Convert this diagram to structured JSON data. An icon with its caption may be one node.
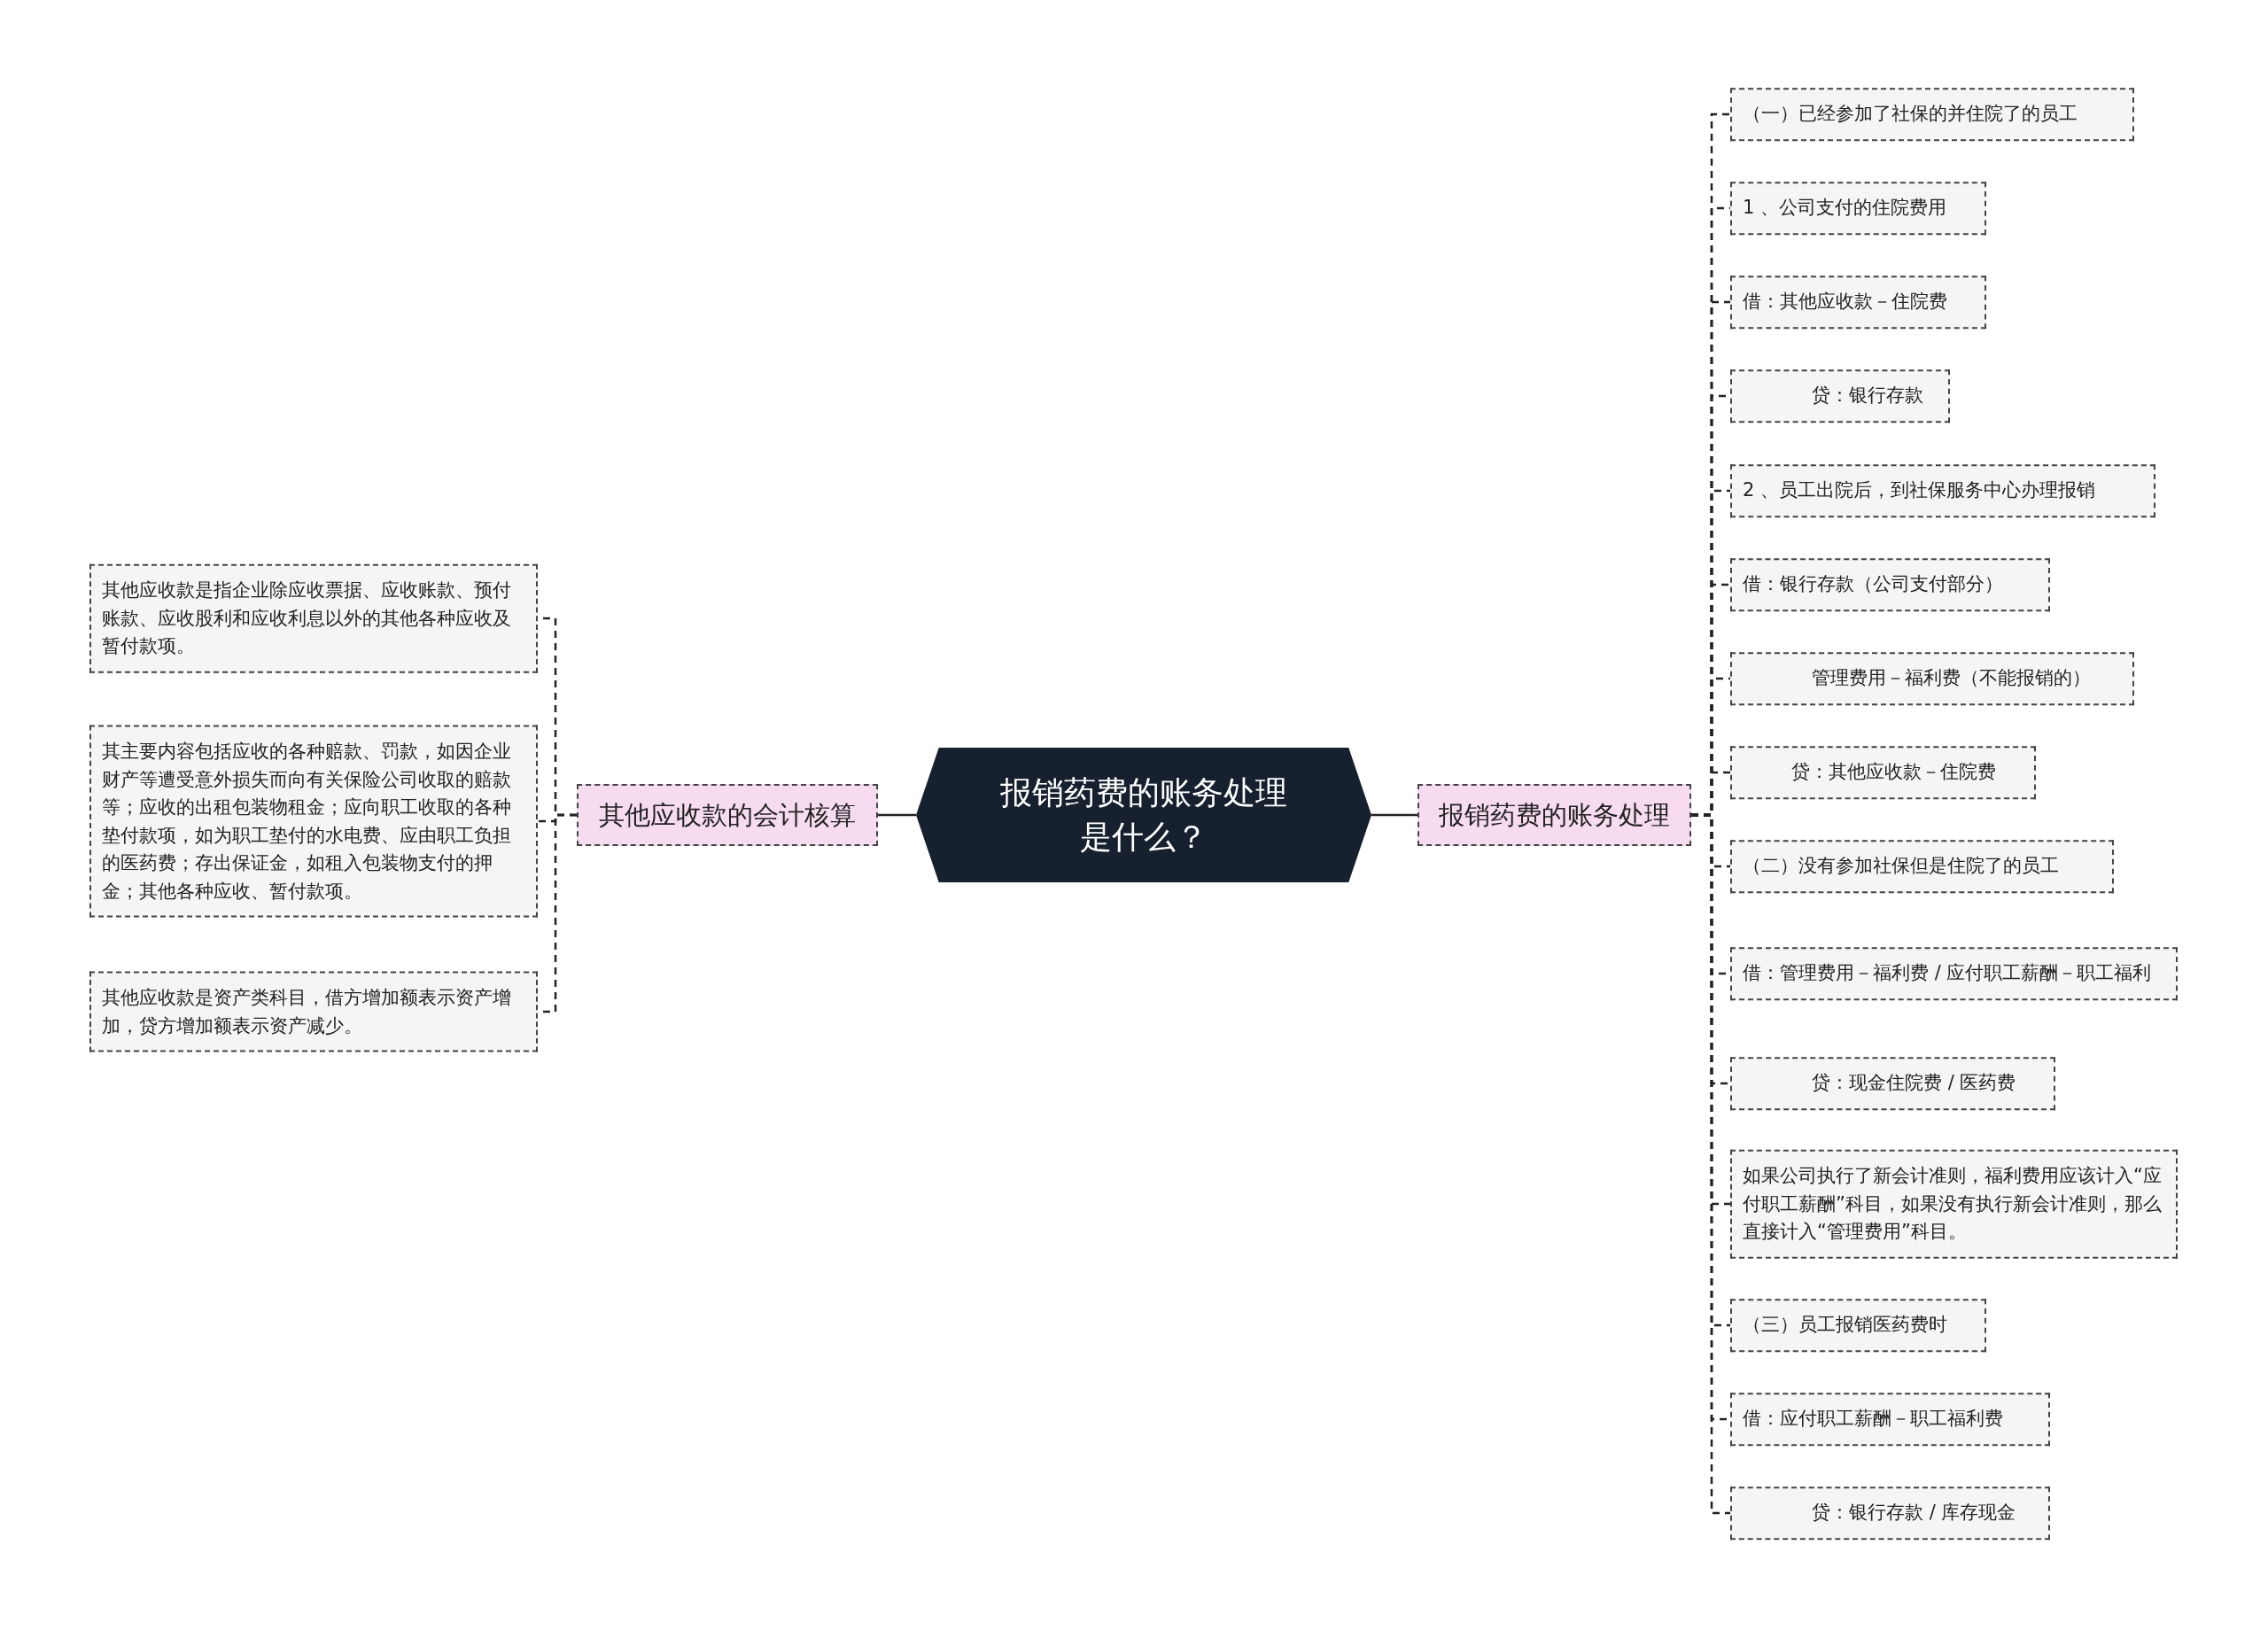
{
  "diagram": {
    "nodes": [
      {
        "text": [
          "报销药费的账务处理是什么？"
        ]
      },
      {
        "text": [
          "其他应收款的会计核算"
        ]
      },
      {
        "text": [
          "其他应收款是指企业除应收票据、应收账款、预付账款、应收股利和应收利息以外的其他各种应收及暂付款项。"
        ]
      },
      {
        "text": [
          "其主要内容包括应收的各种赔款、罚款，如因企业财产等遭受意外损失而向有关保险公司收取的赔款等；应收的出租包装物租金；应向职工收取的各种垫付款项，如为职工垫付的水电费、应由职工负担的医药费；存出保证金，如租入包装物支付的押金；其他各种应收、暂付款项。"
        ]
      },
      {
        "text": [
          "其他应收款是资产类科目，借方增加额表示资产增加，贷方增加额表示资产减少。"
        ]
      },
      {
        "text": [
          "报销药费的账务处理"
        ]
      },
      {
        "text": [
          "（一）已经参加了社保的并住院了的员工"
        ]
      },
      {
        "text": [
          "1 、公司支付的住院费用"
        ]
      },
      {
        "text": [
          "借：其他应收款－住院费"
        ]
      },
      {
        "text": [
          "贷：银行存款"
        ]
      },
      {
        "text": [
          "2 、员工出院后，到社保服务中心办理报销"
        ]
      },
      {
        "text": [
          "借：银行存款（公司支付部分）"
        ]
      },
      {
        "text": [
          "管理费用－福利费（不能报销的）"
        ]
      },
      {
        "text": [
          "贷：其他应收款－住院费"
        ]
      },
      {
        "text": [
          "（二）没有参加社保但是住院了的员工"
        ]
      },
      {
        "text": [
          "借：管理费用－福利费 / 应付职工薪酬－职工福利"
        ]
      },
      {
        "text": [
          "贷：现金住院费 / 医药费"
        ]
      },
      {
        "text": [
          "如果公司执行了新会计准则，福利费用应该计入“应付职工薪酬”科目，如果没有执行新会计准则，那么直接计入“管理费用”科目。"
        ]
      },
      {
        "text": [
          "（三）员工报销医药费时"
        ]
      },
      {
        "text": [
          "借：应付职工薪酬－职工福利费"
        ]
      },
      {
        "text": [
          "贷：银行存款 / 库存现金"
        ]
      }
    ],
    "edges": [
      {
        "from": 0,
        "to": 1,
        "arrow": "none"
      },
      {
        "from": 1,
        "to": 2,
        "arrow": "none",
        "style": "dashed"
      },
      {
        "from": 1,
        "to": 3,
        "arrow": "none",
        "style": "dashed"
      },
      {
        "from": 1,
        "to": 4,
        "arrow": "none",
        "style": "dashed"
      },
      {
        "from": 0,
        "to": 5,
        "arrow": "none"
      },
      {
        "from": 5,
        "to": 6,
        "arrow": "none",
        "style": "dashed"
      },
      {
        "from": 5,
        "to": 7,
        "arrow": "none",
        "style": "dashed"
      },
      {
        "from": 5,
        "to": 8,
        "arrow": "none",
        "style": "dashed"
      },
      {
        "from": 5,
        "to": 9,
        "arrow": "none",
        "style": "dashed"
      },
      {
        "from": 5,
        "to": 10,
        "arrow": "none",
        "style": "dashed"
      },
      {
        "from": 5,
        "to": 11,
        "arrow": "none",
        "style": "dashed"
      },
      {
        "from": 5,
        "to": 12,
        "arrow": "none",
        "style": "dashed"
      },
      {
        "from": 5,
        "to": 13,
        "arrow": "none",
        "style": "dashed"
      },
      {
        "from": 5,
        "to": 14,
        "arrow": "none",
        "style": "dashed"
      },
      {
        "from": 5,
        "to": 15,
        "arrow": "none",
        "style": "dashed"
      },
      {
        "from": 5,
        "to": 16,
        "arrow": "none",
        "style": "dashed"
      },
      {
        "from": 5,
        "to": 17,
        "arrow": "none",
        "style": "dashed"
      },
      {
        "from": 5,
        "to": 18,
        "arrow": "none",
        "style": "dashed"
      },
      {
        "from": 5,
        "to": 19,
        "arrow": "none",
        "style": "dashed"
      },
      {
        "from": 5,
        "to": 20,
        "arrow": "none",
        "style": "dashed"
      }
    ]
  }
}
